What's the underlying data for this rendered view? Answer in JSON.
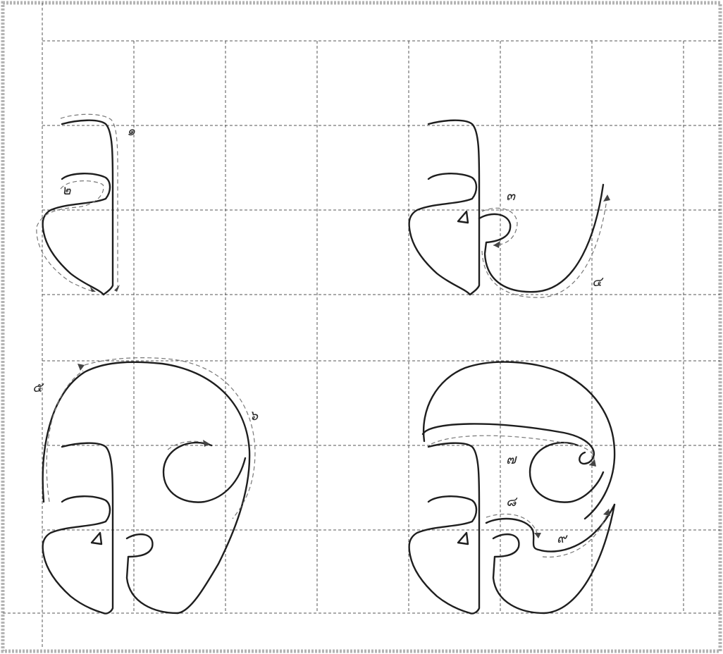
{
  "worksheet": {
    "stroke_numbers": [
      "๑",
      "๒",
      "๓",
      "๔",
      "๕",
      "๖",
      "๗",
      "๘",
      "๙"
    ],
    "panels": [
      {
        "name": "step-1",
        "labels": [
          "๑",
          "๒"
        ]
      },
      {
        "name": "step-2",
        "labels": [
          "๓",
          "๔"
        ]
      },
      {
        "name": "step-3",
        "labels": [
          "๕",
          "๖"
        ]
      },
      {
        "name": "step-4",
        "labels": [
          "๗",
          "๘",
          "๙"
        ]
      }
    ]
  },
  "colors": {
    "glyph_stroke": "#1e1e1e",
    "guide_stroke": "#777777",
    "grid_stroke": "#555555",
    "frame": "#b4b4b4"
  }
}
